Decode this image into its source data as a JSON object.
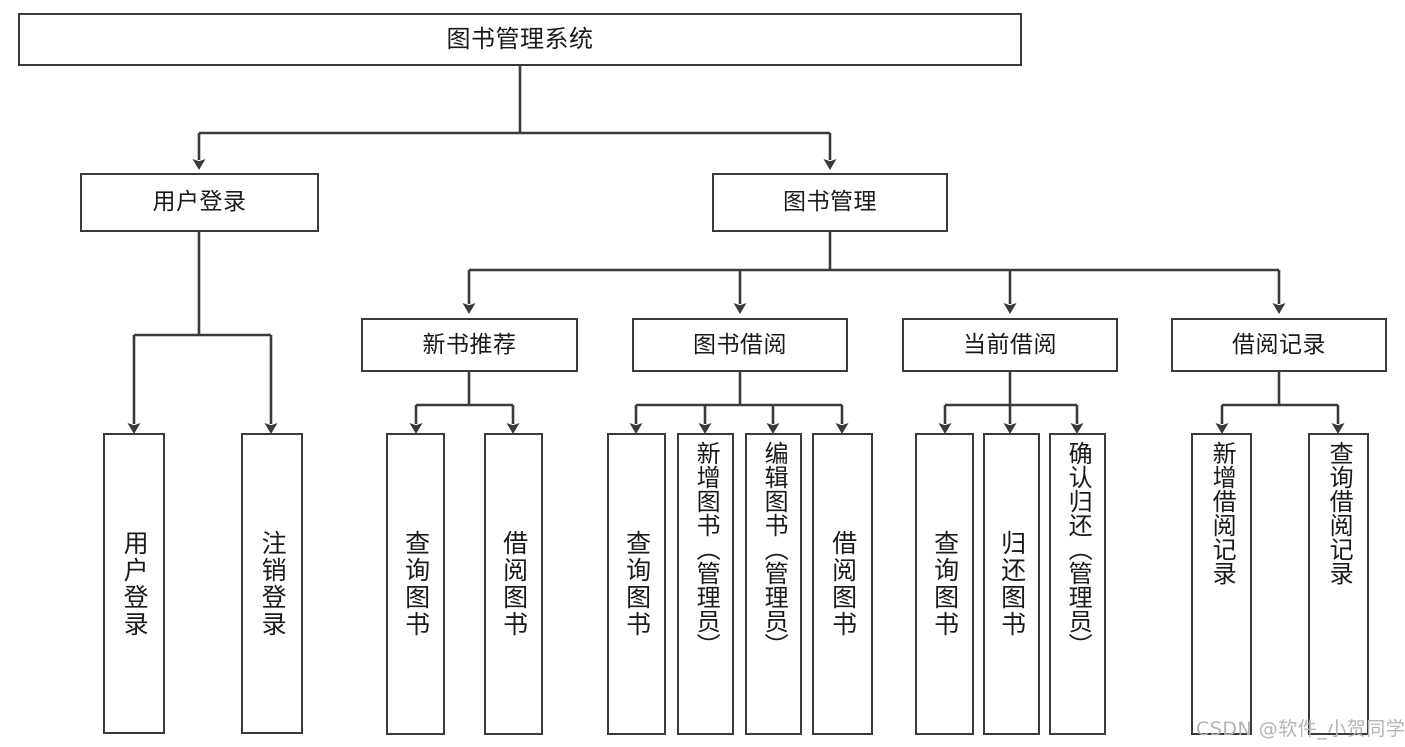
{
  "diagram": {
    "title": "图书管理系统",
    "type": "tree-hierarchy-chart",
    "watermark": "CSDN @软件_小贺同学",
    "colors": {
      "stroke": "#3a3a3a",
      "text": "#1a1a1a",
      "background": "#ffffff",
      "watermark": "#b4b4b4"
    },
    "nodes": {
      "root": {
        "label": "图书管理系统"
      },
      "level1": [
        {
          "label": "用户登录"
        },
        {
          "label": "图书管理"
        }
      ],
      "level2": [
        {
          "label": "新书推荐"
        },
        {
          "label": "图书借阅"
        },
        {
          "label": "当前借阅"
        },
        {
          "label": "借阅记录"
        }
      ],
      "leaves": {
        "user_login": [
          {
            "label": "用户登录"
          },
          {
            "label": "注销登录"
          }
        ],
        "new_book_recommend": [
          {
            "label": "查询图书"
          },
          {
            "label": "借阅图书"
          }
        ],
        "book_borrow": [
          {
            "label": "查询图书"
          },
          {
            "label": "新增图书（管理员）"
          },
          {
            "label": "编辑图书（管理员）"
          },
          {
            "label": "借阅图书"
          }
        ],
        "current_borrow": [
          {
            "label": "查询图书"
          },
          {
            "label": "归还图书"
          },
          {
            "label": "确认归还（管理员）"
          }
        ],
        "borrow_record": [
          {
            "label": "新增借阅记录"
          },
          {
            "label": "查询借阅记录"
          }
        ]
      }
    }
  }
}
